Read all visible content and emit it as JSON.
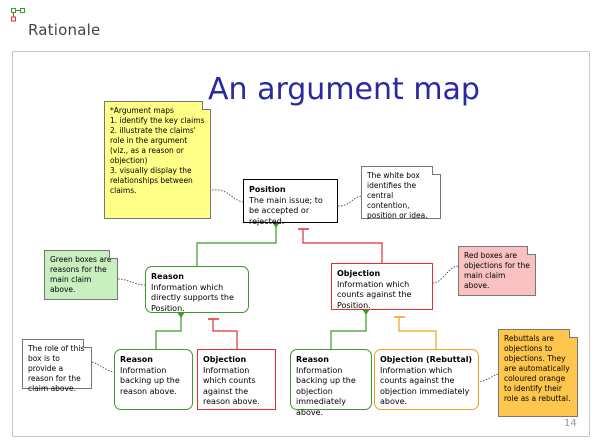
{
  "logo": {
    "text": "Rationale",
    "icon": "rationale-logo-icon"
  },
  "title": "An argument map",
  "page_number": "14",
  "colors": {
    "title": "#2a2aa0",
    "position": "#000000",
    "reason": "#3a9a2a",
    "objection": "#e03030",
    "rebuttal": "#f0a020"
  },
  "position_box": {
    "heading": "Position",
    "body": "The main issue; to be accepted or rejected."
  },
  "reason_box": {
    "heading": "Reason",
    "body": "Information which directly supports the Position."
  },
  "objection_box": {
    "heading": "Objection",
    "body": "Information which counts against the Position."
  },
  "sub_reason_1": {
    "heading": "Reason",
    "body": "Information backing up the reason above."
  },
  "sub_objection_1": {
    "heading": "Objection",
    "body": "Information which counts against the reason above."
  },
  "sub_reason_2": {
    "heading": "Reason",
    "body": "Information backing up the objection immediately above."
  },
  "rebuttal_box": {
    "heading": "Objection (Rebuttal)",
    "body": "Information which counts against the objection immediately above."
  },
  "notes": {
    "yellow": "*Argument maps\n1. identify the key claims\n2. illustrate the claims' role in the argument (viz., as a reason or objection)\n3. visually display the relationships between claims.",
    "white": "The white box identifies the central contention, position or idea.",
    "green": "Green boxes are reasons for the main claim above.",
    "red": "Red boxes are objections for the main claim above.",
    "small_white": "The role of this box is to provide a reason for the claim above.",
    "orange": "Rebuttals are objections to objections. They are automatically coloured orange to identify their role as a rebuttal."
  }
}
